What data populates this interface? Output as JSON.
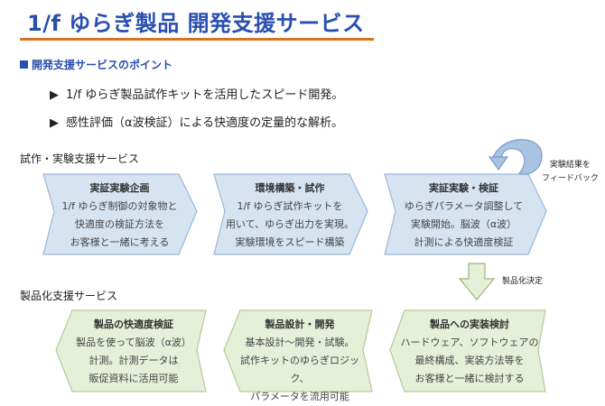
{
  "title": "1/f ゆらぎ製品  開発支援サービス",
  "points_heading": "開発支援サービスのポイント",
  "bullets": [
    "1/f ゆらぎ製品試作キットを活用したスピード開発。",
    "感性評価（α波検証）による快適度の定量的な解析。"
  ],
  "sections": {
    "trial": "試作・実験支援サービス",
    "product": "製品化支援サービス"
  },
  "notes": {
    "feedback": [
      "実験結果を",
      "フィードバック"
    ],
    "productize": "製品化決定"
  },
  "trial_steps": [
    {
      "title": "実証実験企画",
      "lines": [
        "1/f ゆらぎ制御の対象物と",
        "快適度の検証方法を",
        "お客様と一緒に考える"
      ]
    },
    {
      "title": "環境構築・試作",
      "lines": [
        "1/f ゆらぎ試作キットを",
        "用いて、ゆらぎ出力を実現。",
        "実験環境をスピード構築"
      ]
    },
    {
      "title": "実証実験・検証",
      "lines": [
        "ゆらぎパラメータ調整して",
        "実験開始。脳波（α波）",
        "計測による快適度検証"
      ]
    }
  ],
  "product_steps": [
    {
      "title": "製品の快適度検証",
      "lines": [
        "製品を使って脳波（α波）",
        "計測。計測データは",
        "販促資料に活用可能"
      ]
    },
    {
      "title": "製品設計・開発",
      "lines": [
        "基本設計～開発・試験。",
        "試作キットのゆらぎロジック、",
        "パラメータを流用可能"
      ]
    },
    {
      "title": "製品への実装検討",
      "lines": [
        "ハードウェア、ソフトウェアの",
        "最終構成、実装方法等を",
        "お客様と一緒に検討する"
      ]
    }
  ],
  "colors": {
    "title": "#2a4fb0",
    "accent": "#d8731f",
    "trial_fill": "#d6e4f2",
    "trial_stroke": "#9ab7d8",
    "product_fill": "#e6efd8",
    "product_stroke": "#b5c99a"
  }
}
